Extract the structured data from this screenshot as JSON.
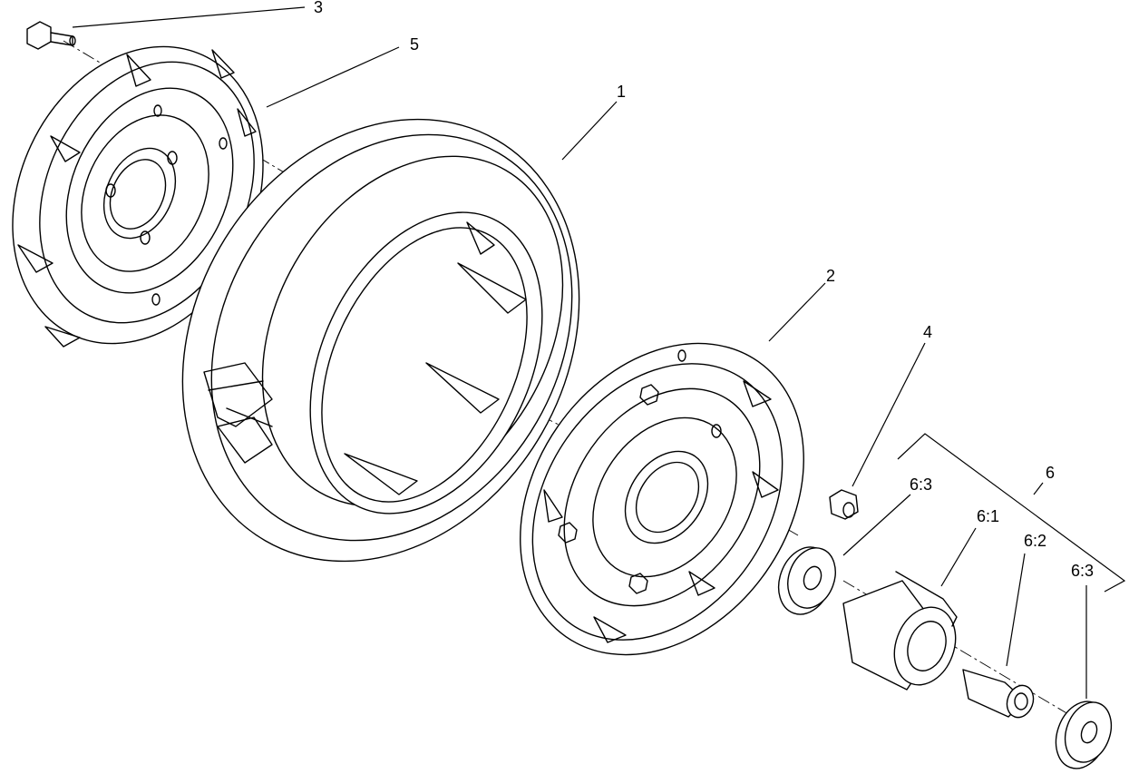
{
  "figure": {
    "title": "",
    "callouts": {
      "tire": "1",
      "rim_half_inner": "2",
      "bolt": "3",
      "nut": "4",
      "rim_half_outer": "5",
      "bearing_kit": "6",
      "bearing_kit_hub": "6:1",
      "bearing_kit_spacer": "6:2",
      "bearing_kit_bearing_left": "6:3",
      "bearing_kit_bearing_right": "6:3"
    }
  }
}
